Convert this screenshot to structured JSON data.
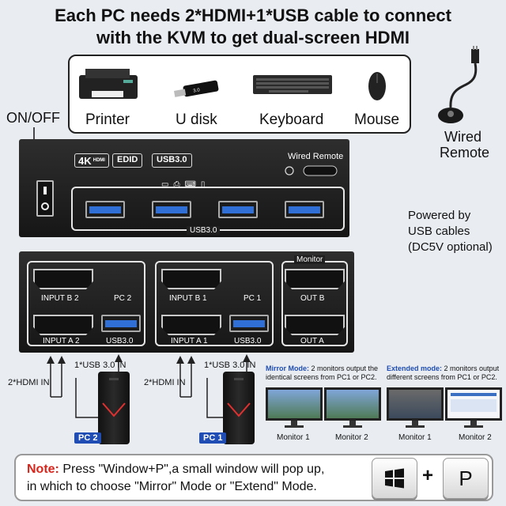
{
  "header": {
    "line1": "Each PC needs 2*HDMI+1*USB cable to connect",
    "line2": "with the KVM to get dual-screen HDMI"
  },
  "peripherals": {
    "items": [
      {
        "label": "Printer",
        "icon": "printer-icon"
      },
      {
        "label": "U disk",
        "icon": "usb-disk-icon"
      },
      {
        "label": "Keyboard",
        "icon": "keyboard-icon"
      },
      {
        "label": "Mouse",
        "icon": "mouse-icon"
      }
    ]
  },
  "front_panel": {
    "onoff_label": "ON/OFF",
    "badge_4k": "4K",
    "badge_4k_sub": "HDMI",
    "badge_edid": "EDID",
    "badge_usb": "USB3.0",
    "wired_remote_label": "Wired Remote",
    "usb_group_label": "USB3.0"
  },
  "remote": {
    "label_line1": "Wired",
    "label_line2": "Remote"
  },
  "power_note": {
    "line1": "Powered by",
    "line2": "USB cables",
    "line3": "(DC5V optional)"
  },
  "rear_panel": {
    "input_b2": "INPUT B 2",
    "pc2": "PC 2",
    "input_a2": "INPUT A 2",
    "usb_pc2": "USB3.0",
    "input_b1": "INPUT B 1",
    "pc1": "PC 1",
    "input_a1": "INPUT A 1",
    "usb_pc1": "USB3.0",
    "monitor": "Monitor",
    "out_b": "OUT B",
    "out_a": "OUT A"
  },
  "cables": {
    "usb_pc2": "1*USB 3.0 IN",
    "hdmi_pc2": "2*HDMI IN",
    "usb_pc1": "1*USB 3.0 IN",
    "hdmi_pc1": "2*HDMI IN",
    "pc2_badge": "PC 2",
    "pc1_badge": "PC 1"
  },
  "modes": {
    "mirror_title": "Mirror Mode:",
    "mirror_desc1": "2 monitors output the",
    "mirror_desc2": "identical screens from PC1 or PC2.",
    "extend_title": "Extended mode:",
    "extend_desc1": "2 monitors output",
    "extend_desc2": "different screens from PC1 or PC2.",
    "mirror_mon1": "Monitor 1",
    "mirror_mon2": "Monitor 2",
    "extend_mon1": "Monitor 1",
    "extend_mon2": "Monitor 2"
  },
  "note": {
    "label": "Note:",
    "text1": " Press \"Window+P\",a small window will pop up,",
    "text2": "in which to choose \"Mirror\" Mode or \"Extend\" Mode.",
    "plus": "+",
    "key_p": "P"
  },
  "colors": {
    "usb_blue": "#2f6fd6",
    "note_red": "#d8261c",
    "mode_blue": "#1f4db3"
  }
}
